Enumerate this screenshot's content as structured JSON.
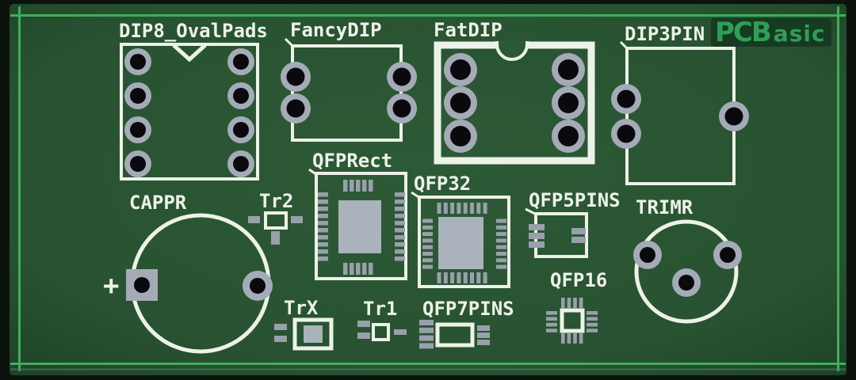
{
  "colors": {
    "bg_outer": "#0c130d",
    "board_mid": "#2d5a36",
    "board_edge": "#1d4026",
    "border_green": "#3fae5c",
    "edge_highlight": "#55855d",
    "silkscreen": "#edf2e8",
    "pad_ring": "#a4abb6",
    "pad_hole": "#0a0a0e",
    "smd_pad": "#98a0ab",
    "chip_body": "#aab2bb",
    "logo_green": "#2f9e56",
    "logo_bg": "#163a22"
  },
  "logo": {
    "part1": "PCB",
    "part2": "asic",
    "alt": "PCBasic"
  },
  "components": {
    "dip8": {
      "label": "DIP8_OvalPads",
      "pins": 8,
      "type": "through-hole"
    },
    "fancydip": {
      "label": "FancyDIP",
      "pins": 4,
      "type": "through-hole"
    },
    "fatdip": {
      "label": "FatDIP",
      "pins": 6,
      "type": "through-hole"
    },
    "dip3pin": {
      "label": "DIP3PIN",
      "pins": 3,
      "type": "through-hole"
    },
    "cappr": {
      "label": "CAPPR",
      "pins": 2,
      "type": "through-hole",
      "polarity_mark": "+"
    },
    "tr2": {
      "label": "Tr2",
      "pins": 3,
      "type": "smd"
    },
    "qfprect": {
      "label": "QFPRect",
      "pins": 30,
      "type": "smd"
    },
    "qfp32": {
      "label": "QFP32",
      "pins": 32,
      "type": "smd"
    },
    "qfp5pins": {
      "label": "QFP5PINS",
      "pins": 5,
      "type": "smd"
    },
    "trimr": {
      "label": "TRIMR",
      "pins": 3,
      "type": "through-hole"
    },
    "trx": {
      "label": "TrX",
      "pins": 2,
      "type": "smd"
    },
    "tr1": {
      "label": "Tr1",
      "pins": 3,
      "type": "smd"
    },
    "qfp7pins": {
      "label": "QFP7PINS",
      "pins": 7,
      "type": "smd"
    },
    "qfp16": {
      "label": "QFP16",
      "pins": 16,
      "type": "smd"
    }
  }
}
